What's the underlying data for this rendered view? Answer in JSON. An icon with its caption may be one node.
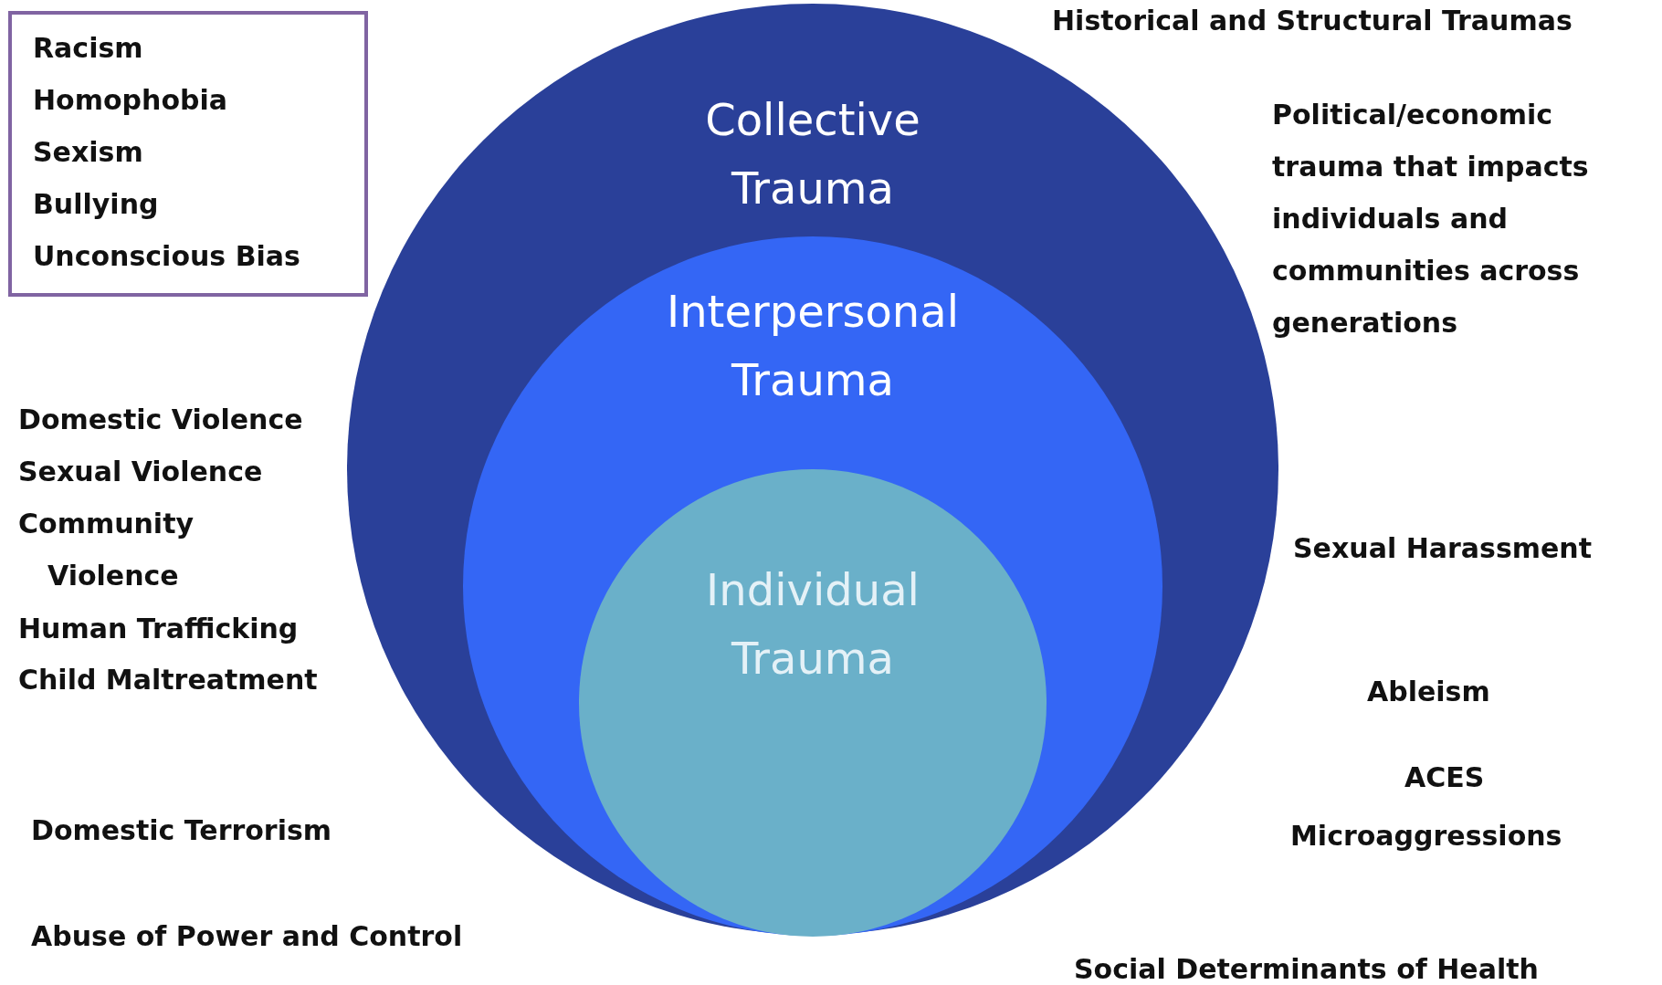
{
  "diagram": {
    "nodes": [
      {
        "text": [
          "Collective Trauma"
        ]
      },
      {
        "text": [
          "Interpersonal Trauma"
        ],
        "in": 0
      },
      {
        "text": [
          "Individual Trauma"
        ],
        "in": 1
      },
      {
        "text": [
          "Racism",
          "Homophobia",
          "Sexism",
          "Bullying",
          "Unconscious Bias"
        ]
      }
    ],
    "labels": [
      "Historical and Structural Traumas",
      "Political/economic trauma that impacts individuals and communities across generations",
      "Domestic Violence",
      "Sexual Violence",
      "Community Violence",
      "Sexual Harassment",
      "Human Trafficking",
      "Child Maltreatment",
      "Ableism",
      "ACES",
      "Domestic Terrorism",
      "Microaggressions",
      "Abuse of Power and Control",
      "Social Determinants of Health"
    ]
  }
}
